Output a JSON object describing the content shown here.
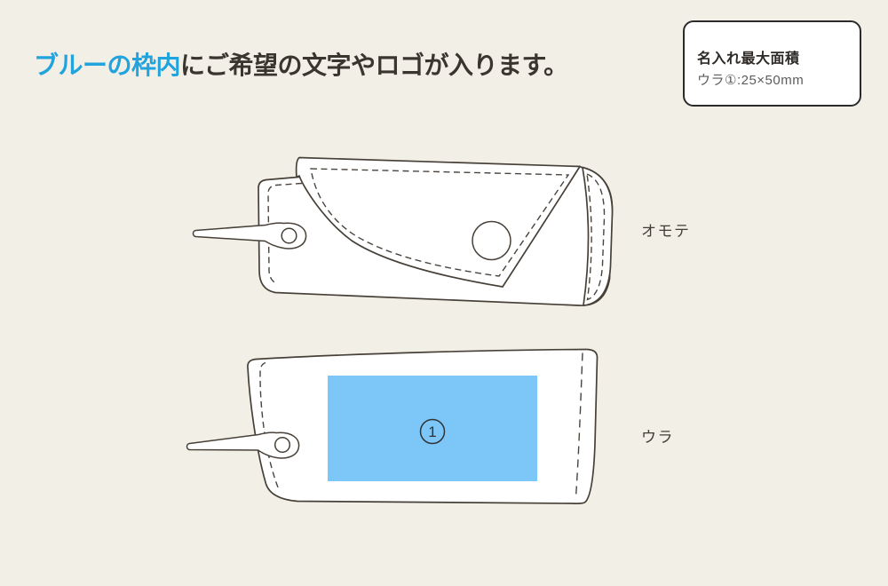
{
  "page": {
    "background_color": "#f2efe7",
    "line_color": "#474038",
    "text_color": "#3b3530"
  },
  "heading": {
    "highlight": "ブルーの枠内",
    "rest": "にご希望の文字やロゴが入ります。",
    "highlight_color": "#21a4de"
  },
  "info_box": {
    "title": "名入れ最大面積",
    "detail": "ウラ①:25×50mm"
  },
  "views": {
    "front": {
      "label": "オモテ"
    },
    "back": {
      "label": "ウラ"
    }
  },
  "print_area": {
    "fill_color": "#7cc7f8",
    "marker": "1"
  }
}
